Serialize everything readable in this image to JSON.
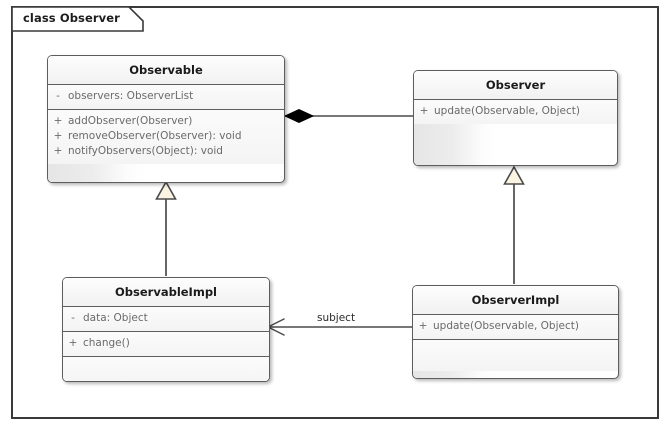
{
  "frame": {
    "label": "class Observer"
  },
  "classes": [
    {
      "id": "observable",
      "name": "Observable",
      "attributes": [
        {
          "visibility": "-",
          "signature": "observers: ObserverList"
        }
      ],
      "operations": [
        {
          "visibility": "+",
          "signature": "addObserver(Observer)"
        },
        {
          "visibility": "+",
          "signature": "removeObserver(Observer): void"
        },
        {
          "visibility": "+",
          "signature": "notifyObservers(Object): void"
        }
      ]
    },
    {
      "id": "observer",
      "name": "Observer",
      "attributes": [],
      "operations": [
        {
          "visibility": "+",
          "signature": "update(Observable, Object)"
        }
      ]
    },
    {
      "id": "observable-impl",
      "name": "ObservableImpl",
      "attributes": [
        {
          "visibility": "-",
          "signature": "data: Object"
        }
      ],
      "operations": [
        {
          "visibility": "+",
          "signature": "change()"
        }
      ]
    },
    {
      "id": "observer-impl",
      "name": "ObserverImpl",
      "attributes": [],
      "operations": [
        {
          "visibility": "+",
          "signature": "update(Observable, Object)"
        }
      ]
    }
  ],
  "relationships": [
    {
      "id": "composition-observable-observer",
      "type": "composition",
      "from": "Observable",
      "to": "Observer",
      "label": ""
    },
    {
      "id": "generalization-observableimpl-observable",
      "type": "generalization",
      "from": "ObservableImpl",
      "to": "Observable",
      "label": ""
    },
    {
      "id": "generalization-observerimpl-observer",
      "type": "generalization",
      "from": "ObserverImpl",
      "to": "Observer",
      "label": ""
    },
    {
      "id": "association-observerimpl-observableimpl",
      "type": "association",
      "from": "ObserverImpl",
      "to": "ObservableImpl",
      "label": "subject"
    }
  ],
  "colors": {
    "frame_border": "#3a3a3a",
    "class_border": "#5d5d5d",
    "class_fill": "#f6f6f6",
    "title_text": "#1b1b1b",
    "member_text": "#6a6a6a",
    "line": "#4b4b4b",
    "composition_diamond": "#000000",
    "generalization_fill": "#fbf4e2"
  }
}
